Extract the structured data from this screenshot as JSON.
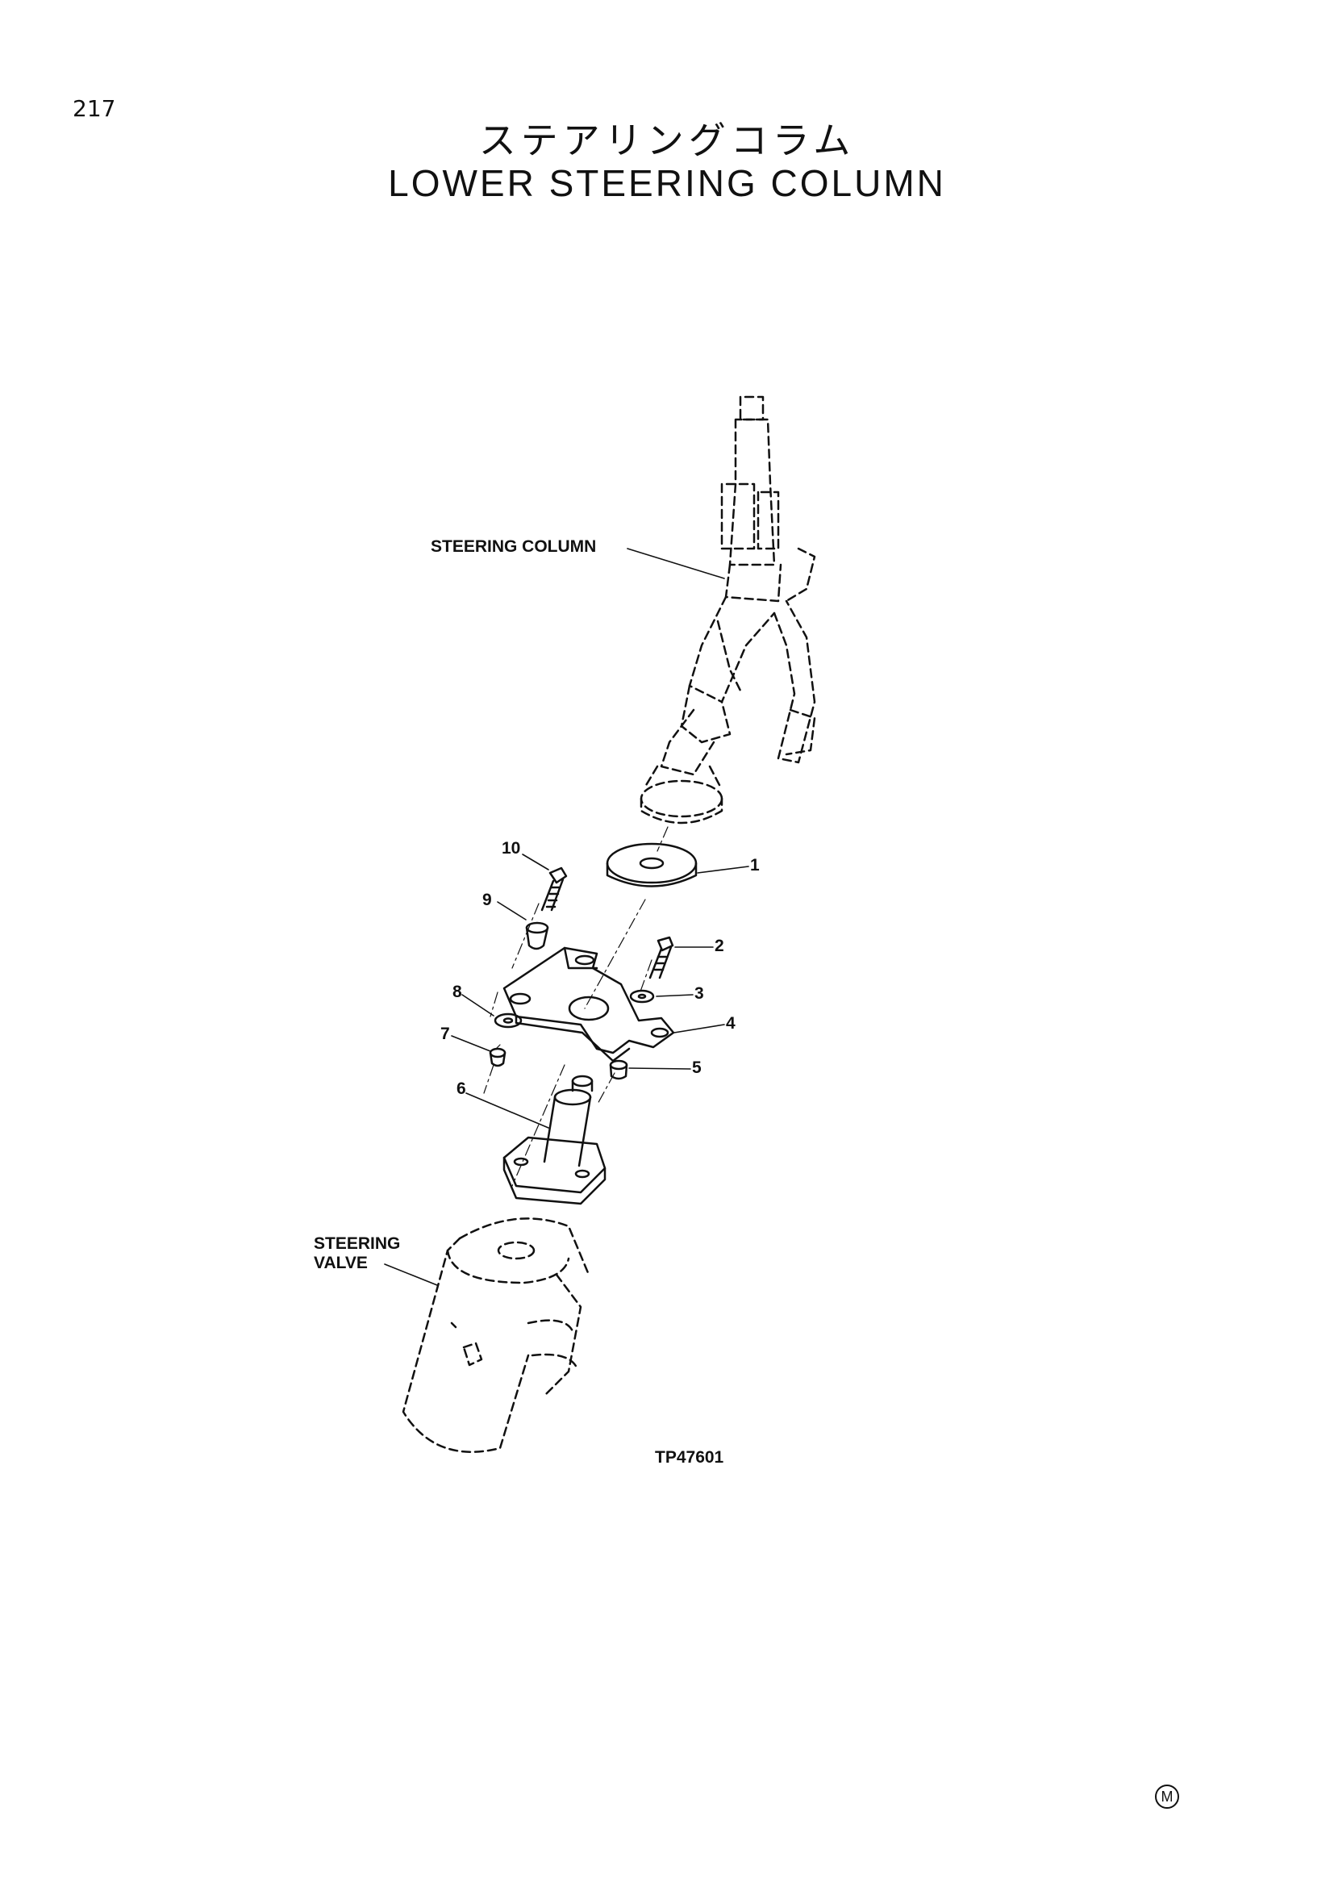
{
  "page_number": "217",
  "title_jp": "ステアリングコラム",
  "title_en": "LOWER STEERING COLUMN",
  "labels": {
    "steering_column": "STEERING COLUMN",
    "steering_valve_line1": "STEERING",
    "steering_valve_line2": "VALVE",
    "figure_id": "TP47601"
  },
  "callouts": [
    "1",
    "2",
    "3",
    "4",
    "5",
    "6",
    "7",
    "8",
    "9",
    "10"
  ],
  "marker": "M"
}
